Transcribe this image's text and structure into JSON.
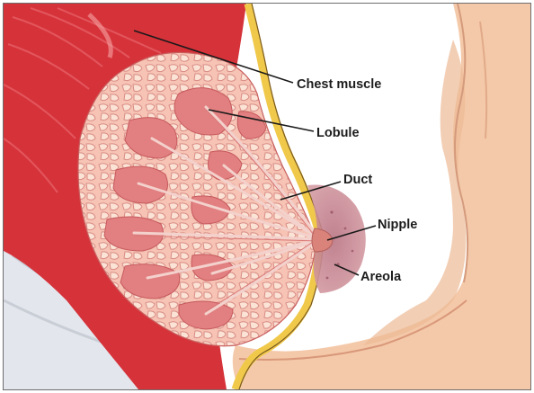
{
  "labels": {
    "chest_muscle": "Chest muscle",
    "lobule": "Lobule",
    "duct": "Duct",
    "nipple": "Nipple",
    "areola": "Areola"
  },
  "colors": {
    "skin": "#f4c9a9",
    "skin_shadow": "#e7ad8a",
    "muscle": "#d6323a",
    "muscle_dark": "#b6232b",
    "fat_outline": "#f0c94a",
    "fat_tissue": "#f3b8a8",
    "lobule": "#e27f80",
    "areola": "#c98a96",
    "cloth": "#dfe3ea"
  }
}
